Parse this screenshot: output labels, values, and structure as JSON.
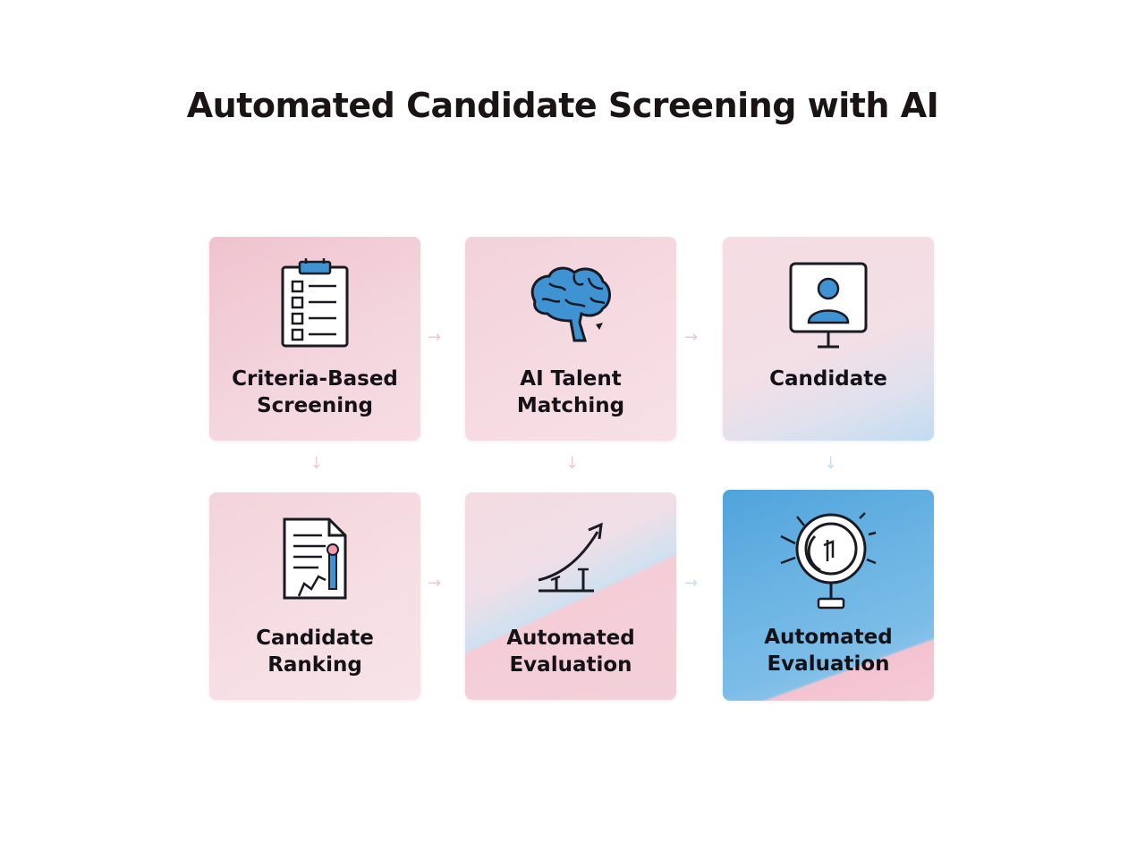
{
  "title": "Automated Candidate Screening with AI",
  "cards": [
    {
      "label": "Criteria-Based\nScreening",
      "icon": "checklist-clipboard-icon"
    },
    {
      "label": "AI Talent\nMatching",
      "icon": "brain-icon"
    },
    {
      "label": "Candidate",
      "icon": "candidate-profile-monitor-icon"
    },
    {
      "label": "Candidate\nRanking",
      "icon": "ranking-document-chart-icon"
    },
    {
      "label": "Automated\nEvaluation",
      "icon": "growth-trend-arrow-icon"
    },
    {
      "label": "Automated\nEvaluation",
      "icon": "evaluation-lamp-icon"
    }
  ],
  "colors": {
    "accent_blue": "#3f93d3",
    "card_pink": "#f4d6de",
    "icon_stroke": "#1a1a22",
    "title_text": "#1a1414"
  }
}
